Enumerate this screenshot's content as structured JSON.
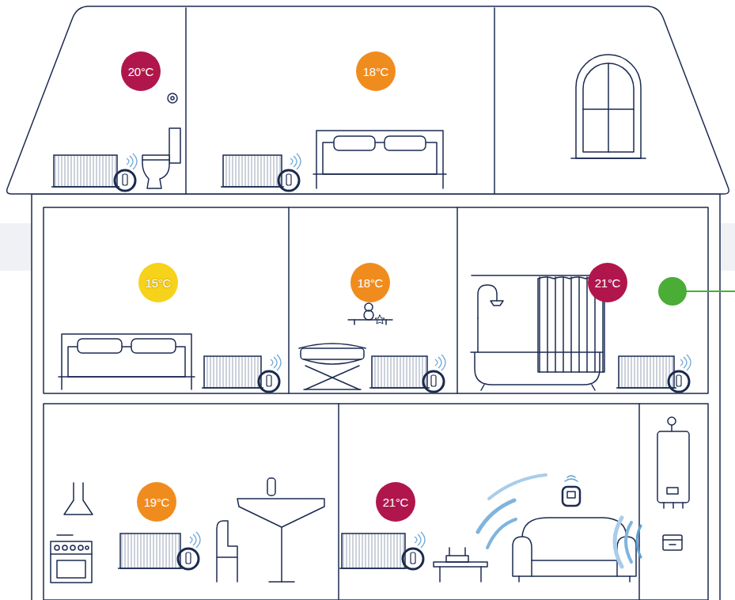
{
  "diagram": {
    "nodes": [
      {
        "text": [
          "20°C"
        ]
      },
      {
        "text": [
          "18°C"
        ]
      },
      {
        "text": [
          "15°C"
        ]
      },
      {
        "text": [
          "18°C"
        ]
      },
      {
        "text": [
          "21°C"
        ]
      },
      {
        "text": [
          "19°C"
        ]
      },
      {
        "text": [
          "21°C"
        ]
      }
    ]
  }
}
